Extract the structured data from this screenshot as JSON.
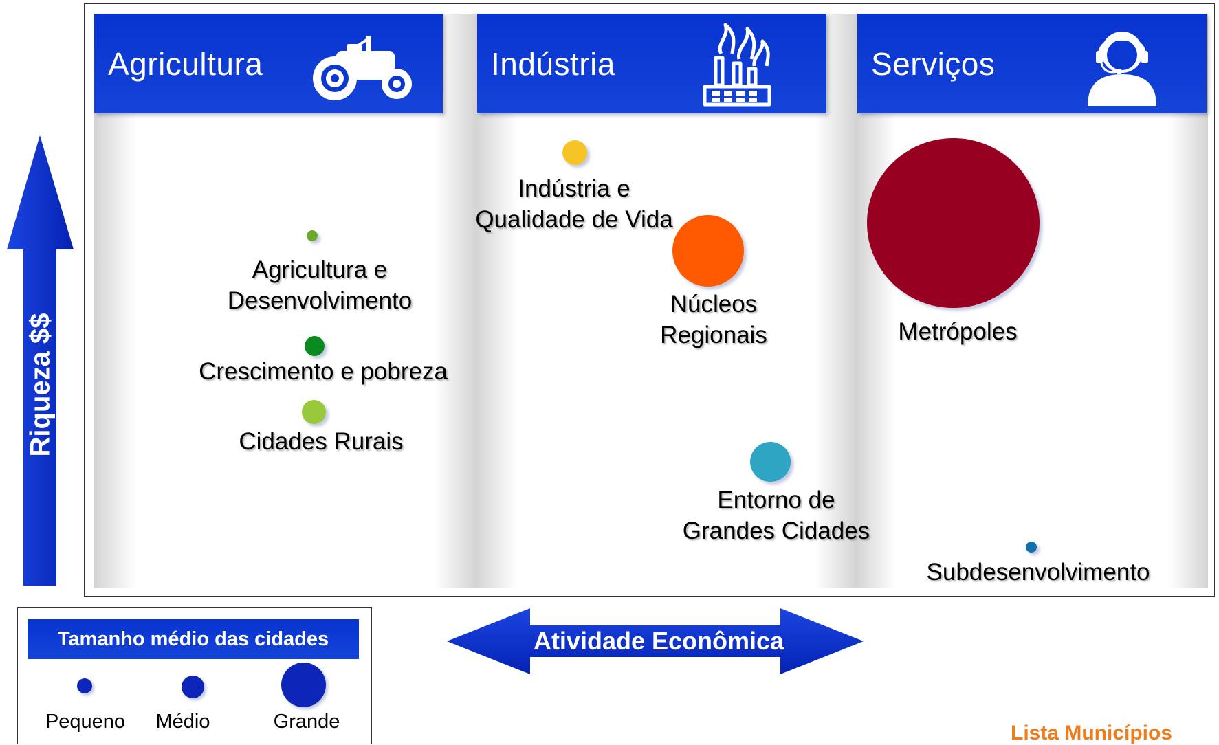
{
  "columns": [
    {
      "label": "Agricultura",
      "icon": "tractor-icon"
    },
    {
      "label": "Indústria",
      "icon": "factory-icon"
    },
    {
      "label": "Serviços",
      "icon": "call-center-agent-icon"
    }
  ],
  "bubbles": [
    {
      "name": "bubble-industria-qualidade",
      "label": "Indústria e\nQualidade de Vida",
      "color": "#f7c425"
    },
    {
      "name": "bubble-agricultura-desenvolvimento",
      "label": "Agricultura e\nDesenvolvimento",
      "color": "#6aaa2a"
    },
    {
      "name": "bubble-crescimento-pobreza",
      "label": "Crescimento e pobreza",
      "color": "#0b8a1e"
    },
    {
      "name": "bubble-cidades-rurais",
      "label": "Cidades Rurais",
      "color": "#97c93b"
    },
    {
      "name": "bubble-nucleos-regionais",
      "label": "Núcleos\nRegionais",
      "color": "#ff5a00"
    },
    {
      "name": "bubble-metropoles",
      "label": "Metrópoles",
      "color": "#980022"
    },
    {
      "name": "bubble-entorno",
      "label": "Entorno de\nGrandes Cidades",
      "color": "#2ea6c3"
    },
    {
      "name": "bubble-subdesenvolvimento",
      "label": "Subdesenvolvimento",
      "color": "#1270b0"
    }
  ],
  "y_axis": {
    "label": "Riqueza $$"
  },
  "x_axis": {
    "label": "Atividade Econômica"
  },
  "legend": {
    "title": "Tamanho médio das cidades",
    "items": [
      {
        "label": "Pequeno"
      },
      {
        "label": "Médio"
      },
      {
        "label": "Grande"
      }
    ]
  },
  "footer_link": "Lista Municípios",
  "colors": {
    "header_blue": "#0a36d2",
    "arrow_blue": "#0a2ec8",
    "link_orange": "#f07d1a"
  }
}
